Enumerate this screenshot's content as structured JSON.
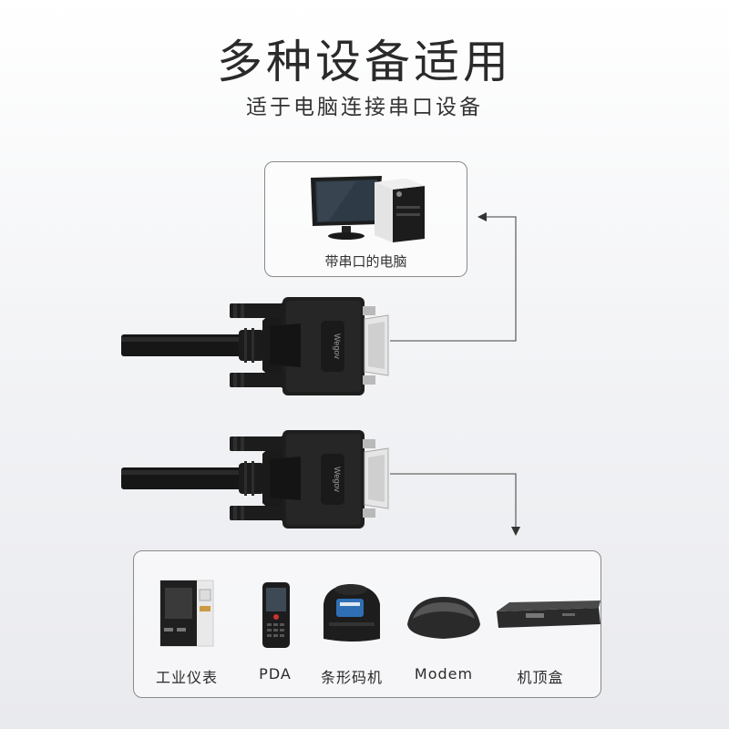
{
  "header": {
    "title": "多种设备适用",
    "subtitle": "适于电脑连接串口设备"
  },
  "pc": {
    "label": "带串口的电脑"
  },
  "connector": {
    "brand_text": "Wegov"
  },
  "devices": [
    {
      "label": "工业仪表",
      "icon": "industrial-meter-icon"
    },
    {
      "label": "PDA",
      "icon": "pda-icon"
    },
    {
      "label": "条形码机",
      "icon": "barcode-printer-icon"
    },
    {
      "label": "Modem",
      "icon": "modem-icon"
    },
    {
      "label": "机顶盒",
      "icon": "set-top-box-icon"
    }
  ],
  "colors": {
    "line": "#666666",
    "cable": "#1a1a1a",
    "border": "#8a8a8a"
  }
}
